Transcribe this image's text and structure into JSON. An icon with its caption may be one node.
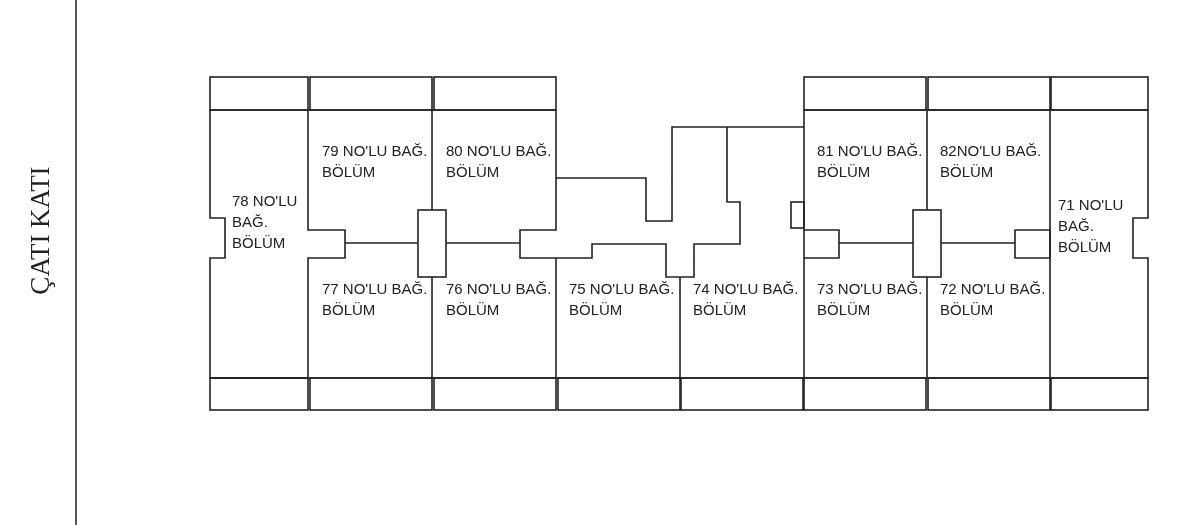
{
  "diagram": {
    "title": "ÇATI KATI",
    "nodes": [
      {
        "text": [
          "79 NO'LU BAĞ. BÖLÜM"
        ]
      },
      {
        "text": [
          "80 NO'LU BAĞ. BÖLÜM"
        ]
      },
      {
        "text": [
          "81 NO'LU BAĞ. BÖLÜM"
        ]
      },
      {
        "text": [
          "82NO'LU BAĞ. BÖLÜM"
        ]
      },
      {
        "text": [
          "78 NO'LU BAĞ. BÖLÜM"
        ]
      },
      {
        "text": [
          "71 NO'LU BAĞ. BÖLÜM"
        ]
      },
      {
        "text": [
          "77 NO'LU BAĞ. BÖLÜM"
        ]
      },
      {
        "text": [
          "76 NO'LU BAĞ. BÖLÜM"
        ]
      },
      {
        "text": [
          "75 NO'LU BAĞ. BÖLÜM"
        ]
      },
      {
        "text": [
          "74 NO'LU BAĞ. BÖLÜM"
        ]
      },
      {
        "text": [
          "73 NO'LU BAĞ. BÖLÜM"
        ]
      },
      {
        "text": [
          "72 NO'LU BAĞ. BÖLÜM"
        ]
      }
    ]
  }
}
